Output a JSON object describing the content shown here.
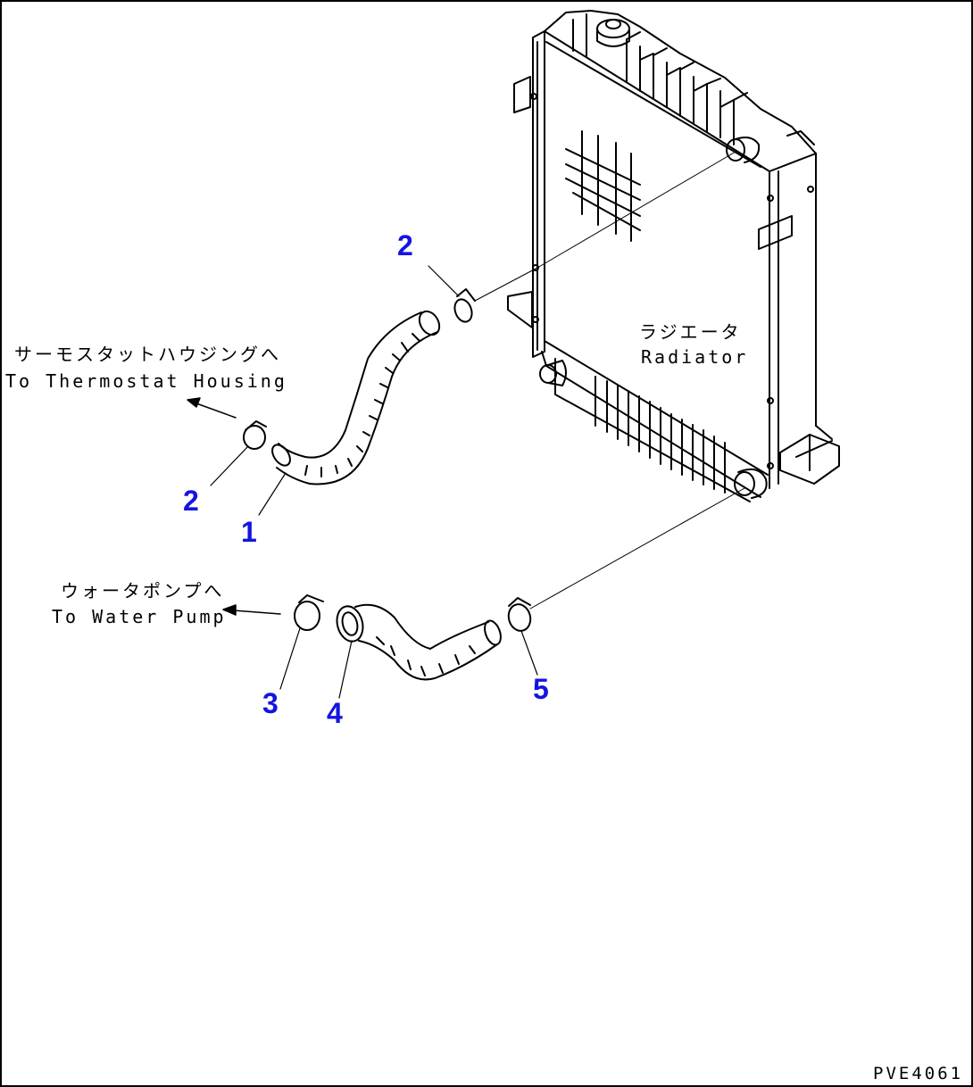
{
  "labels": {
    "radiator_jp": "ラジエータ",
    "radiator_en": "Radiator",
    "thermostat_jp": "サーモスタットハウジングへ",
    "thermostat_en": "To Thermostat Housing",
    "pump_jp": "ウォータポンプへ",
    "pump_en": "To Water Pump",
    "drawing_code": "PVE4061"
  },
  "callouts": {
    "upper_clamp": "2",
    "left_clamp": "2",
    "upper_hose": "1",
    "lower_clamp_left": "3",
    "lower_hose": "4",
    "lower_clamp_right": "5"
  },
  "colors": {
    "line": "#000000",
    "callout": "#1414e0",
    "background": "#ffffff"
  }
}
